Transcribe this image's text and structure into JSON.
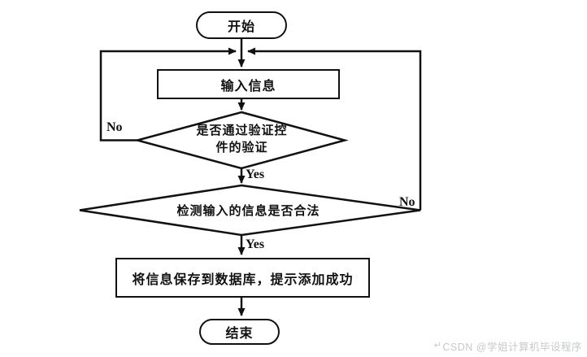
{
  "flowchart": {
    "nodes": {
      "start": {
        "label": "开始",
        "type": "terminator"
      },
      "input": {
        "label": "输入信息",
        "type": "process"
      },
      "decision_validation": {
        "line1": "是否通过验证控",
        "line2": "件的验证",
        "type": "decision"
      },
      "decision_legal": {
        "label": "检测输入的信息是否合法",
        "type": "decision"
      },
      "save": {
        "label": "将信息保存到数据库，提示添加成功",
        "type": "process"
      },
      "end": {
        "label": "结束",
        "type": "terminator"
      }
    },
    "edge_labels": {
      "validation_no": "No",
      "validation_yes": "Yes",
      "legal_no": "No",
      "legal_yes": "Yes"
    },
    "colors": {
      "line": "#111111",
      "node_fill": "#ffffff",
      "background": "#ffffff",
      "watermark_text": "#c6cac6"
    }
  },
  "watermark": {
    "prefix": "↵",
    "text": "CSDN @学姐计算机毕设程序"
  }
}
